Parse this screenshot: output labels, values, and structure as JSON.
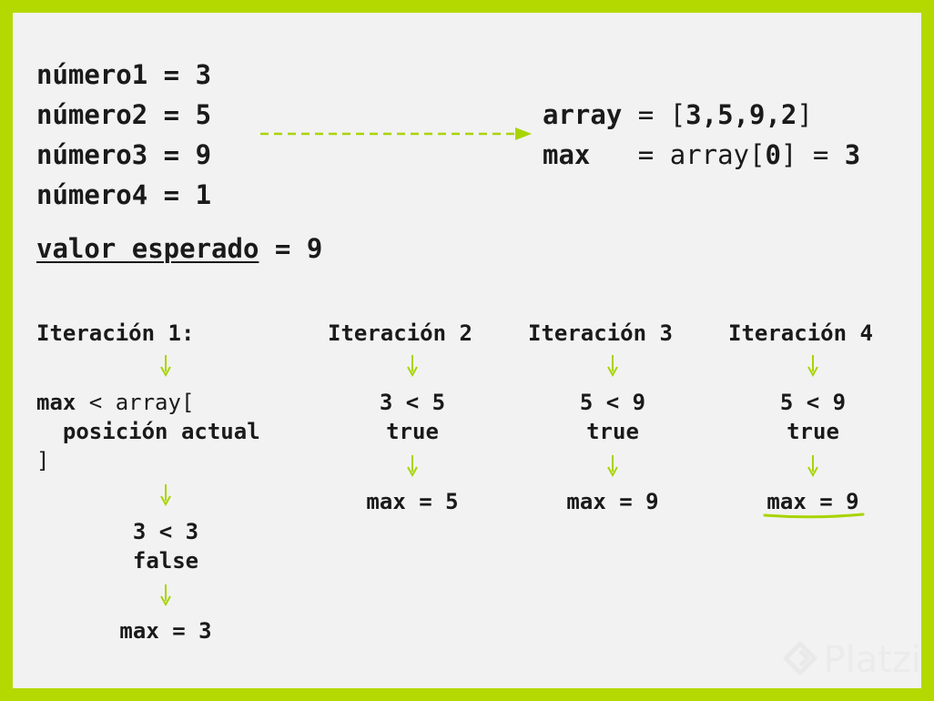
{
  "vars": {
    "n1": "número1 = 3",
    "n2": "número2 = 5",
    "n3": "número3 = 9",
    "n4": "número4 = 1"
  },
  "array_line": {
    "kw": "array",
    "eq": " = [",
    "vals": "3,5,9,2",
    "close": "]"
  },
  "max_line": {
    "kw": "max",
    "eq": "   = array[",
    "idx": "0",
    "close": "] = ",
    "val": "3"
  },
  "expected": {
    "label": "valor esperado",
    "rest": " = 9"
  },
  "it1": {
    "title": "Iteración 1:",
    "l1_kw": "max",
    "l1_rest": " < array[",
    "l2": "  posición actual",
    "l3": "]",
    "cmp": "3 < 3",
    "res": "false",
    "out": "max = 3"
  },
  "it2": {
    "title": "Iteración 2",
    "cmp": "3 < 5",
    "res": "true",
    "out": "max = 5"
  },
  "it3": {
    "title": "Iteración 3",
    "cmp": "5 < 9",
    "res": "true",
    "out": "max = 9"
  },
  "it4": {
    "title": "Iteración 4",
    "cmp": "5 < 9",
    "res": "true",
    "out": "max = 9"
  },
  "colors": {
    "accent": "#a8d400",
    "frame": "#b3d900",
    "text": "#1a1a1a"
  },
  "watermark": {
    "text": "Platzi"
  }
}
